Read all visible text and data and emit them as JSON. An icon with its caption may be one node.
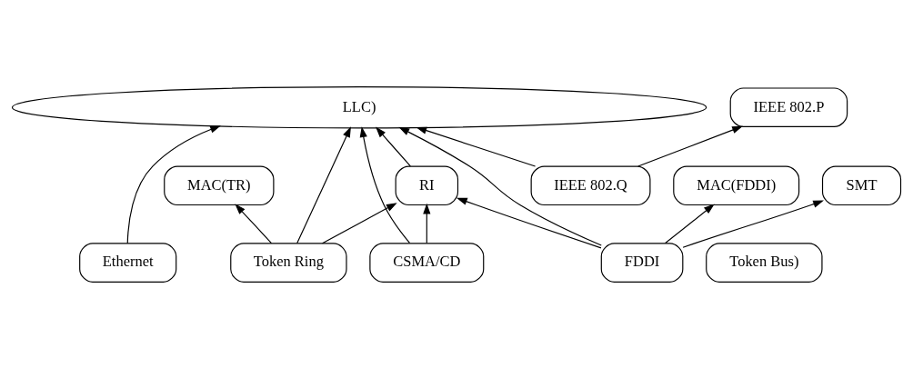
{
  "diagram": {
    "nodes": [
      {
        "text": [
          "LLC)"
        ]
      },
      {
        "text": [
          "IEEE 802.P"
        ]
      },
      {
        "text": [
          "IEEE 802.Q"
        ]
      },
      {
        "text": [
          "MAC(TR)"
        ]
      },
      {
        "text": [
          "RI"
        ]
      },
      {
        "text": [
          "MAC(FDDI)"
        ]
      },
      {
        "text": [
          "SMT"
        ]
      },
      {
        "text": [
          "Ethernet"
        ]
      },
      {
        "text": [
          "CSMA/CD"
        ]
      },
      {
        "text": [
          "Token Bus)"
        ]
      },
      {
        "text": [
          "Token Ring"
        ]
      },
      {
        "text": [
          "FDDI"
        ]
      }
    ],
    "edges": [
      {
        "from": 7,
        "to": 0,
        "arrow": "to"
      },
      {
        "from": 8,
        "to": 0,
        "arrow": "to"
      },
      {
        "from": 2,
        "to": 0,
        "arrow": "to"
      },
      {
        "from": 2,
        "to": 1,
        "arrow": "to"
      },
      {
        "from": 8,
        "to": 4,
        "arrow": "to"
      },
      {
        "from": 4,
        "to": 0,
        "arrow": "to"
      },
      {
        "from": 10,
        "to": 3,
        "arrow": "to"
      },
      {
        "from": 10,
        "to": 4,
        "arrow": "to"
      },
      {
        "from": 10,
        "to": 0,
        "arrow": "to"
      },
      {
        "from": 11,
        "to": 6,
        "arrow": "to"
      },
      {
        "from": 11,
        "to": 4,
        "arrow": "to"
      },
      {
        "from": 11,
        "to": 5,
        "arrow": "to"
      },
      {
        "from": 11,
        "to": 0,
        "arrow": "to"
      }
    ]
  }
}
